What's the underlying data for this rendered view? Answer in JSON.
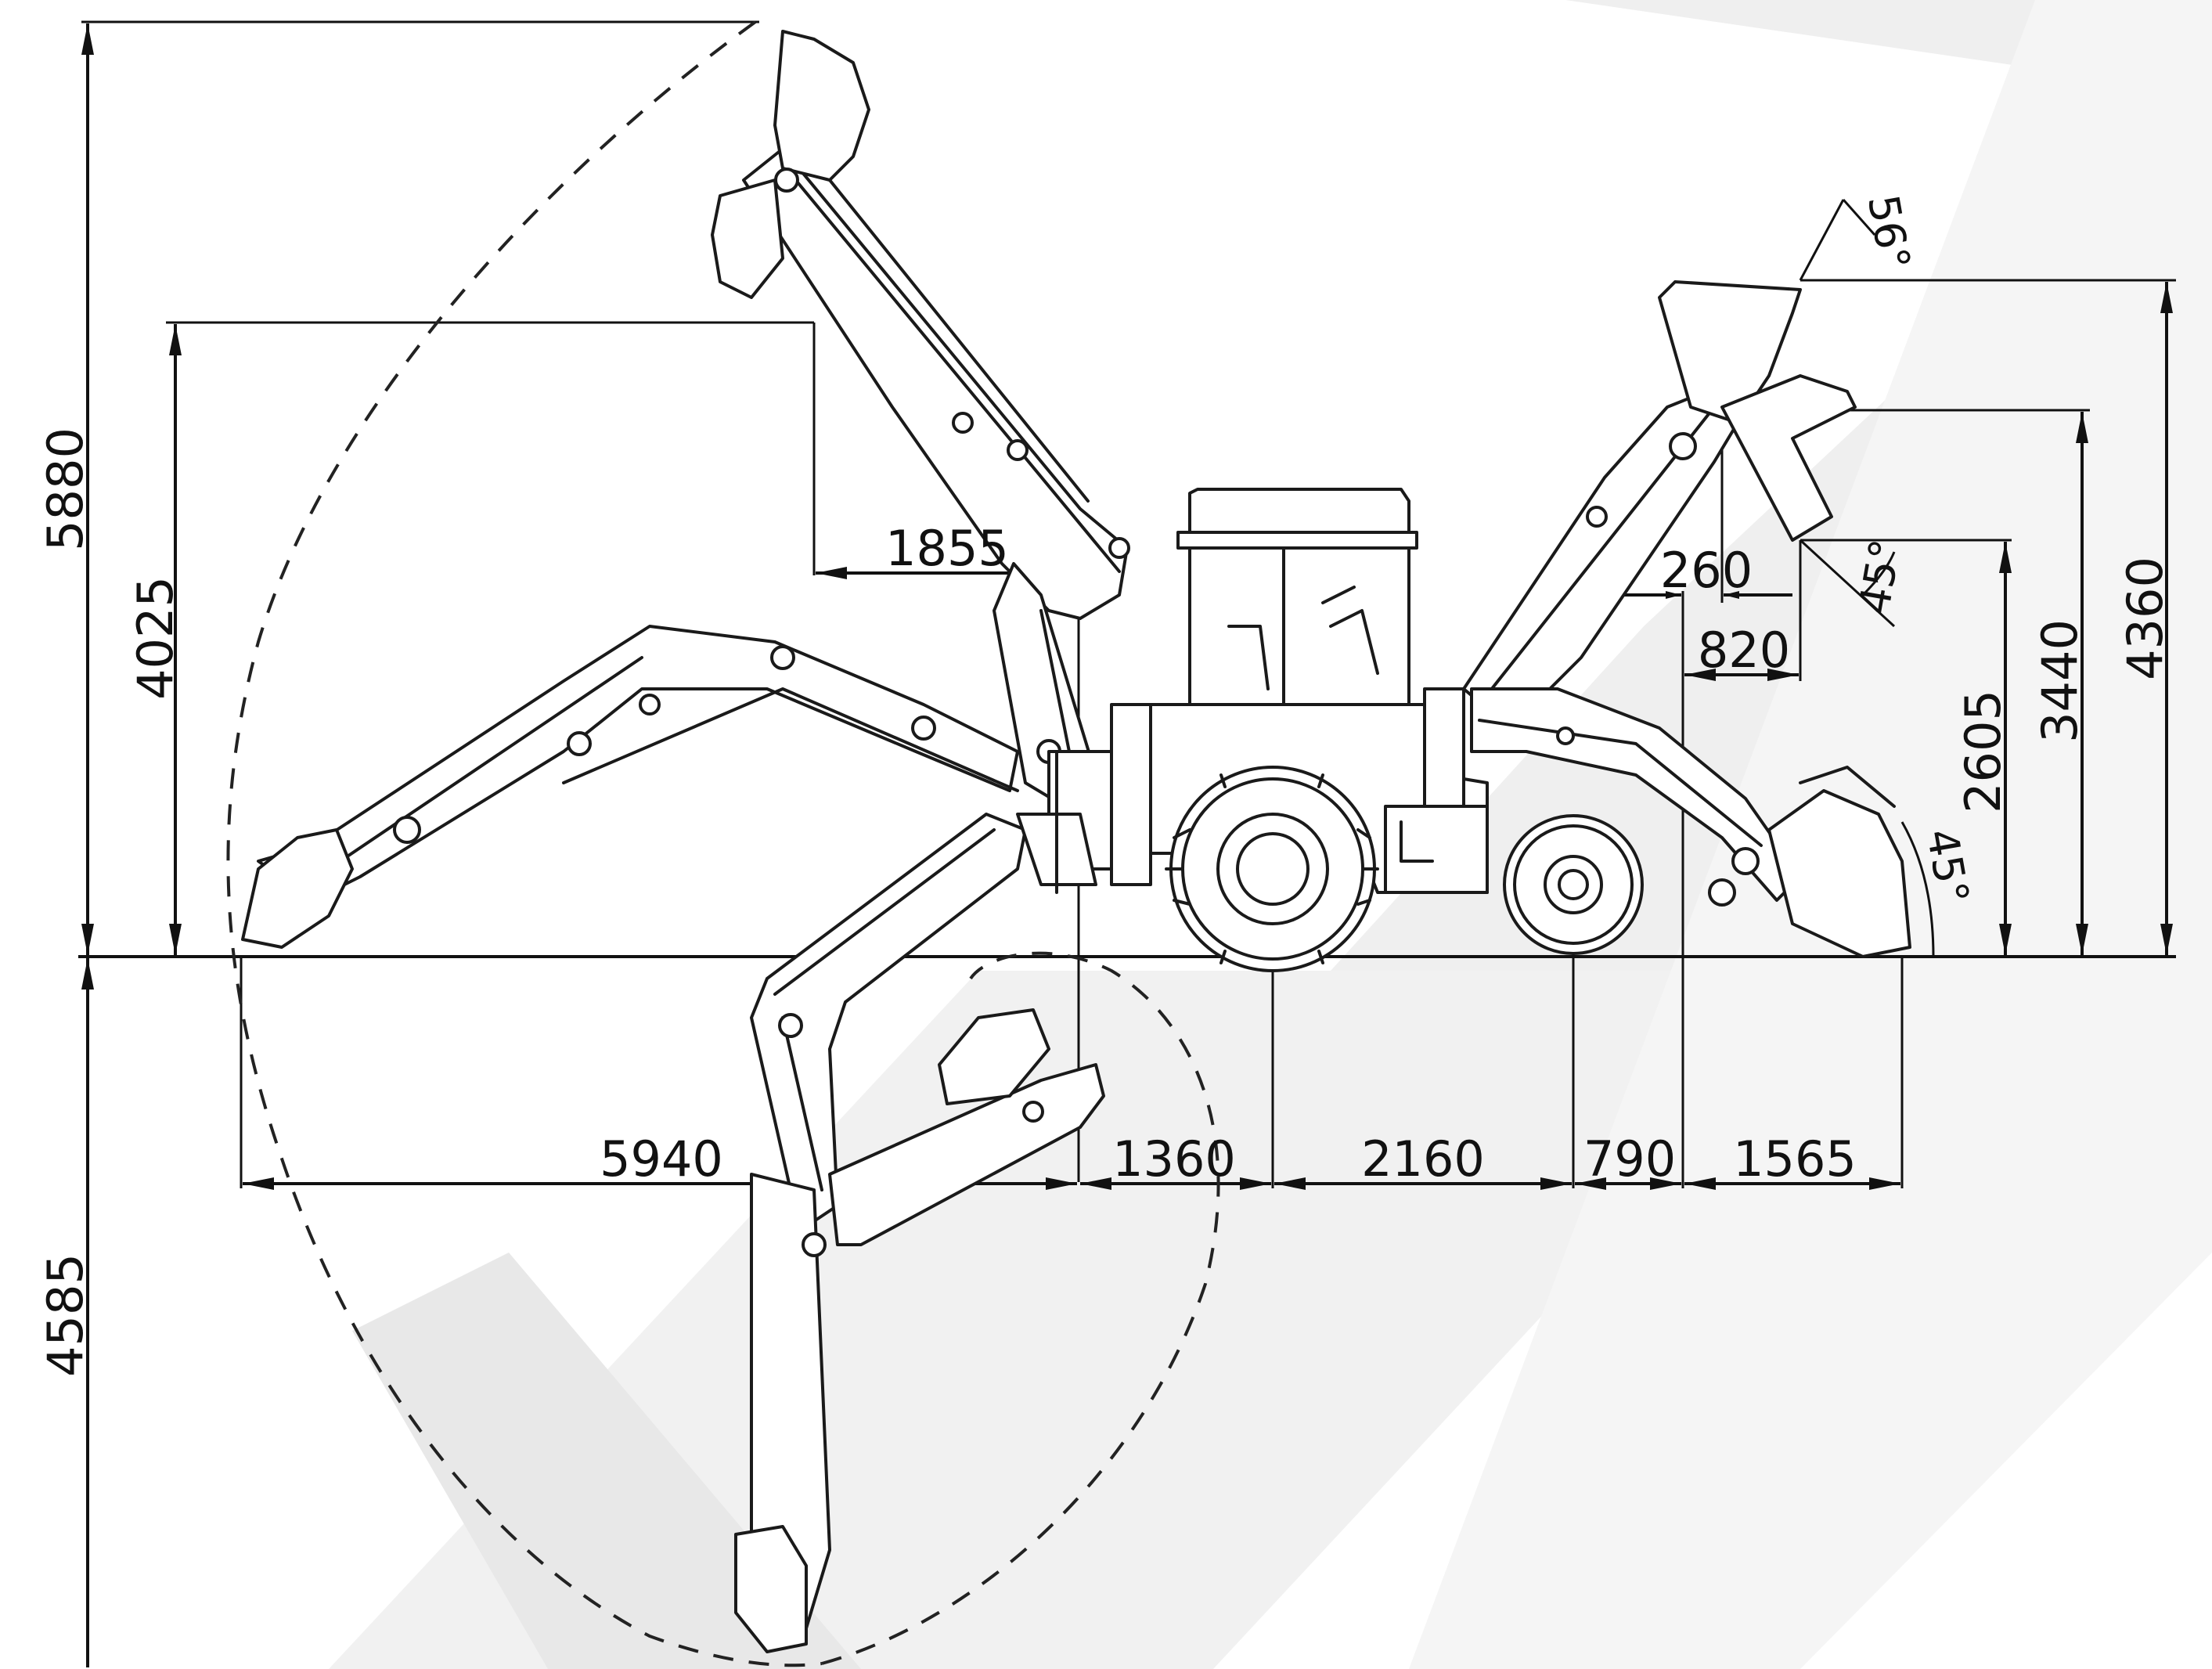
{
  "dimensions": {
    "max_height": "5880",
    "dump_height": "4025",
    "dig_depth": "4585",
    "reach_offset": "1855",
    "reach_total": "5940",
    "stabilizer_to_axle": "1360",
    "wheelbase": "2160",
    "axle_to_bucket_pivot": "790",
    "bucket_overhang": "1565",
    "loader_dump_reach_a": "260",
    "loader_dump_reach_b": "820",
    "loader_dump_height": "2605",
    "loader_pin_height": "3440",
    "loader_max_height": "4360"
  },
  "angles": {
    "rollback_top": "56°",
    "dump_angle": "45°",
    "ground_rollback": "45°"
  },
  "colors": {
    "line": "#111111",
    "background": "#ffffff",
    "shade": "#ececec"
  }
}
